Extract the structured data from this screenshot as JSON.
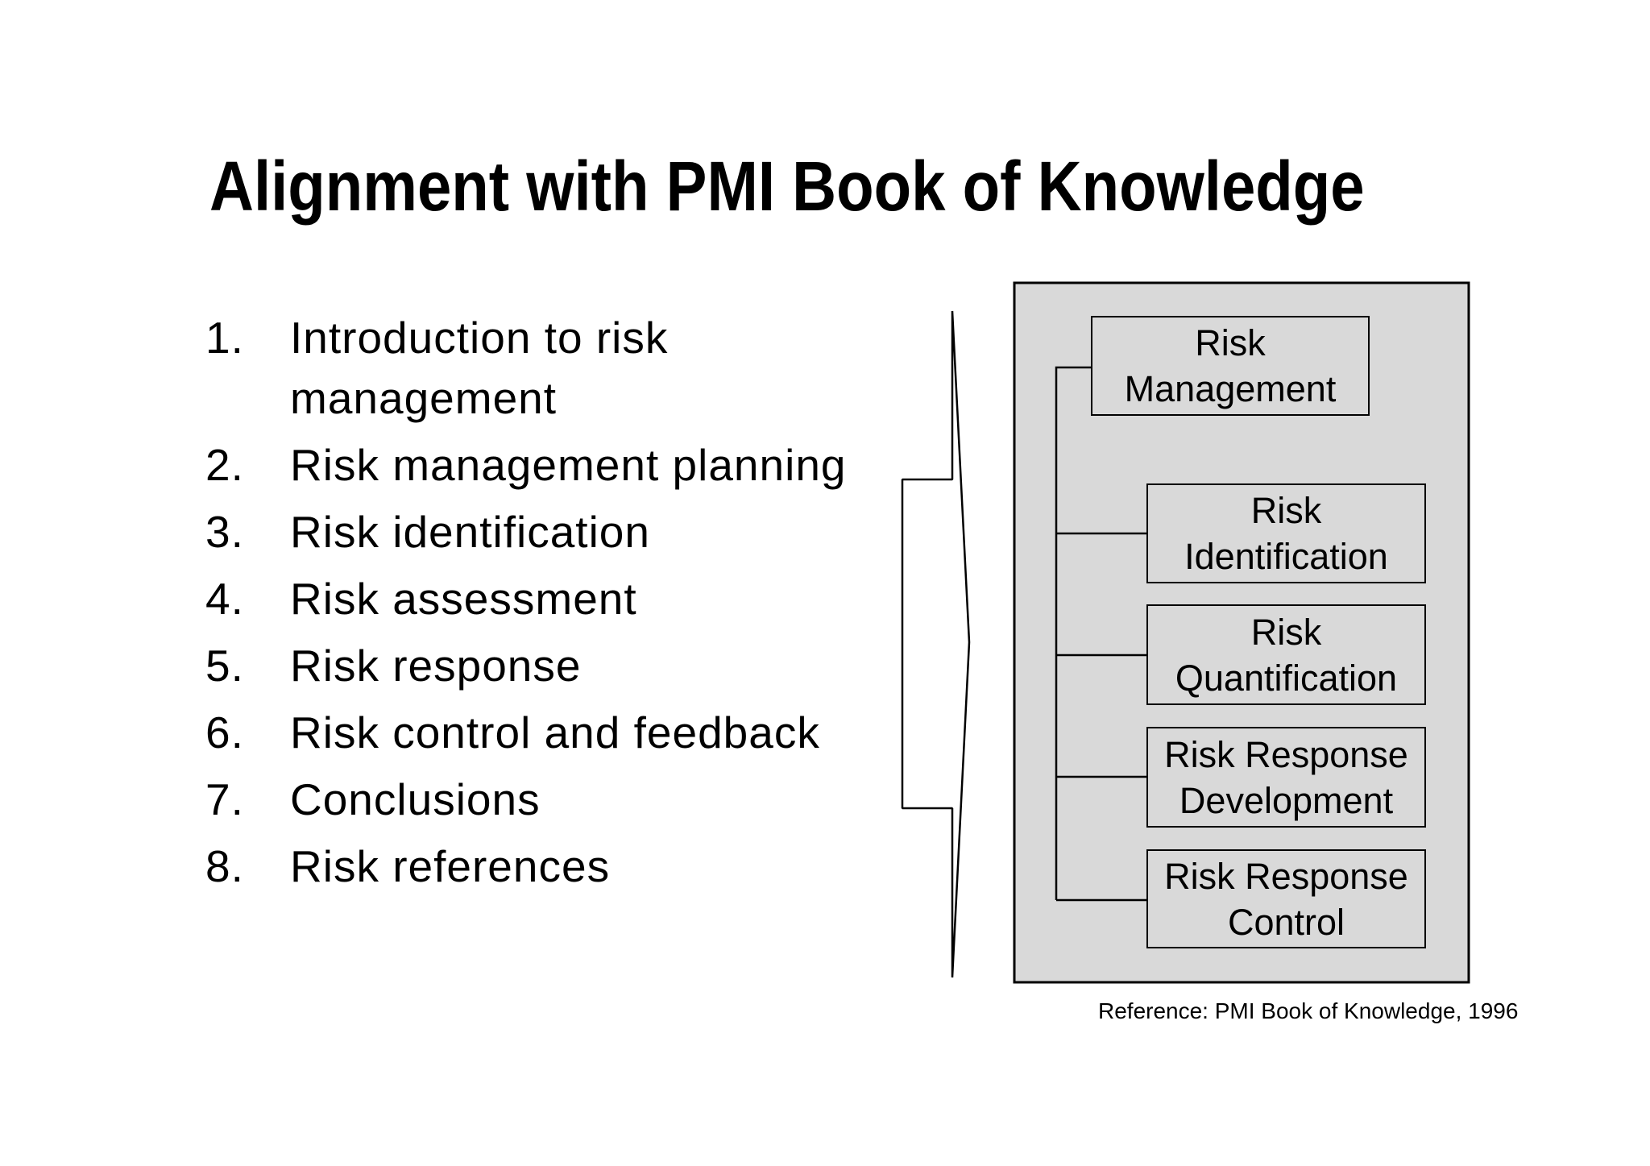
{
  "title": "Alignment with PMI Book of Knowledge",
  "agenda": {
    "items": [
      {
        "number": "1.",
        "text": "Introduction to risk management"
      },
      {
        "number": "2.",
        "text": "Risk management planning"
      },
      {
        "number": "3.",
        "text": "Risk identification"
      },
      {
        "number": "4.",
        "text": "Risk assessment"
      },
      {
        "number": "5.",
        "text": "Risk response"
      },
      {
        "number": "6.",
        "text": "Risk control and feedback"
      },
      {
        "number": "7.",
        "text": "Conclusions"
      },
      {
        "number": "8.",
        "text": "Risk references"
      }
    ]
  },
  "diagram": {
    "boxes": [
      {
        "label": "Risk Management"
      },
      {
        "label": "Risk Identification"
      },
      {
        "label": "Risk Quantification"
      },
      {
        "label": "Risk Response Development"
      },
      {
        "label": "Risk Response Control"
      }
    ],
    "reference": "Reference: PMI Book of Knowledge, 1996",
    "colors": {
      "box_fill": "#d9d9d9",
      "box_border": "#000000",
      "connector": "#000000",
      "arrow_fill": "#ffffff",
      "arrow_border": "#000000"
    }
  }
}
